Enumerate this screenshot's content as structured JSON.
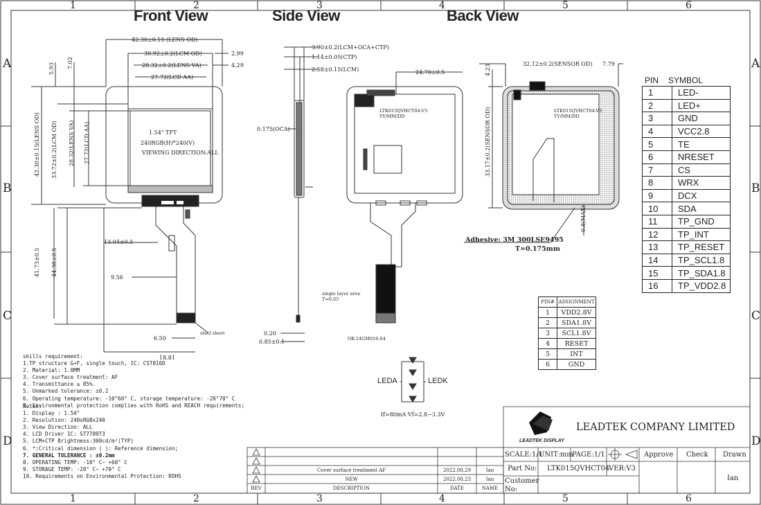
{
  "frame": {
    "col_labels": [
      "1",
      "2",
      "3",
      "4",
      "5",
      "6"
    ],
    "row_labels": [
      "A",
      "B",
      "C",
      "D"
    ]
  },
  "views": {
    "front": "Front View",
    "side": "Side View",
    "back": "Back View"
  },
  "front_view": {
    "dim_lens_od": "42.30±0.15 (LENS OD)",
    "dim_lcm_od": "30.92±0.2(LCM OD)",
    "dim_lens_va": "28.32±0.2(LENS VA)",
    "dim_lcd_aa": "27.72(LCD AA)",
    "dim_299": "2.99",
    "dim_429": "4.29",
    "dim_593": "5.93",
    "dim_702": "7.02",
    "dim_v_lens_od": "42.30±0.15(LENS OD)",
    "dim_v_lcm_od": "33.72±0.2(LCM OD)",
    "dim_v_lens_va": "28.32(LENS VA)",
    "dim_v_lcd_aa": "27.72(LCD AA)",
    "dim_1304": "13.04±0.5",
    "dim_956": "9.56",
    "dim_4173": "41.73±0.5",
    "dim_4438": "44.38±0.5",
    "dim_650": "6.50",
    "dim_1881": "18.81",
    "screen_line1": "1.54\" TFT",
    "screen_line2": "240RGB(H)*240(V)",
    "screen_line3": "VIEWING DIRECTION:ALL",
    "steel_sheet": "steel sheet"
  },
  "side_view": {
    "dim_390": "3.90±0.2(LCM+OCA+CTP)",
    "dim_114": "1.14±0.05(CTP)",
    "dim_258": "2.58±0.15(LCM)",
    "dim_oca": "0.175(OCA)",
    "dim_020": "0.20",
    "dim_085": "0.85±0.1"
  },
  "back_view": {
    "dim_2470": "24.70±0.5",
    "label_model": "LTK015QVHCT04-V3",
    "label_date": "YY/MM/DD",
    "single_layer": "single layer area",
    "single_layer_t": "T=0.05",
    "connector": "OK-14GM016-04",
    "dim_sensor_od_h": "32.12±0.2(SENSOR OD)",
    "dim_779": "7.79",
    "dim_423": "4.23",
    "dim_sensor_od_v": "33.17±0.2(SENSOR OD)",
    "dim_08max": "0.8(MAX)",
    "adhesive": "Adhesive: 3M 300LSE9495",
    "adhesive_t": "T=0.175mm"
  },
  "pin_table": {
    "headers": [
      "PIN",
      "SYMBOL"
    ],
    "rows": [
      [
        "1",
        "LED-"
      ],
      [
        "2",
        "LED+"
      ],
      [
        "3",
        "GND"
      ],
      [
        "4",
        "VCC2.8"
      ],
      [
        "5",
        "TE"
      ],
      [
        "6",
        "NRESET"
      ],
      [
        "7",
        "CS"
      ],
      [
        "8",
        "WRX"
      ],
      [
        "9",
        "DCX"
      ],
      [
        "10",
        "SDA"
      ],
      [
        "11",
        "TP_GND"
      ],
      [
        "12",
        "TP_INT"
      ],
      [
        "13",
        "TP_RESET"
      ],
      [
        "14",
        "TP_SCL1.8"
      ],
      [
        "15",
        "TP_SDA1.8"
      ],
      [
        "16",
        "TP_VDD2.8"
      ]
    ]
  },
  "assign_table": {
    "headers": [
      "PIN#",
      "ASSIGNMENT"
    ],
    "rows": [
      [
        "1",
        "VDD2.8V"
      ],
      [
        "2",
        "SDA1.8V"
      ],
      [
        "3",
        "SCL1.8V"
      ],
      [
        "4",
        "RESET"
      ],
      [
        "5",
        "INT"
      ],
      [
        "6",
        "GND"
      ]
    ]
  },
  "led": {
    "leda": "LEDA",
    "ledk": "LEDK",
    "spec": "If=80mA  Vf=2.8~3.3V"
  },
  "skills": {
    "title": "skills requirement:",
    "items": [
      "1.TP structure G+F, single touch, IC: CST816D",
      "2. Material: 1.0MM",
      "3. Cover surface treatment: AF",
      "4. Transmittance ≥ 85%.",
      "5. Unmarked tolerance: ±0.2",
      "6. Operating temperature: -10°60° C, storage temperature: -20°70° C",
      "7. Environmental protection complies with RoHS and REACH requirements;"
    ]
  },
  "notes": {
    "title": "Notes:",
    "items": [
      "1. Display : 1.54\"",
      "2. Resolution: 240xRGBx240",
      "3. View Direction: ALL",
      "4. LCD Driver IC: ST7789T3",
      "5. LCM+CTP Brightness:300cd/m²(TYP)",
      "6. *:Critical dimension  ( ): Reference dimension;",
      "7. GENERAL TOLERANCE : ±0.2mm",
      "8. OPERATING TEMP: -10° C~ +60° C",
      "9. STORAGE TEMP: -20° C~ +70° C",
      "10. Requirements on Environmental Protection: ROHS"
    ]
  },
  "title_block": {
    "logo_text": "LEADTEK DISPLAY",
    "company": "LEADTEK COMPANY LIMITED",
    "scale": "SCALE:1/1",
    "unit": "UNIT:mm",
    "page": "PAGE:1/1",
    "approve": "Approve",
    "check": "Check",
    "drawn": "Drawn",
    "part_no_label": "Part No:",
    "part_no": "LTK015QVHCT04",
    "ver": "VER:V3",
    "customer_no": "Customer No:",
    "drawn_by": "Ian"
  },
  "revision": {
    "rows": [
      {
        "rev": "",
        "desc": "",
        "date": "",
        "name": ""
      },
      {
        "rev": "",
        "desc": "",
        "date": "",
        "name": ""
      },
      {
        "rev": "",
        "desc": "Cover surface treatment AF",
        "date": "2022.08.29",
        "name": "Ian"
      },
      {
        "rev": "",
        "desc": "NEW",
        "date": "2022.08.23",
        "name": "Ian"
      }
    ],
    "headers": {
      "rev": "REV",
      "desc": "DESCRIPTION",
      "date": "DATE",
      "name": "NAME"
    }
  }
}
